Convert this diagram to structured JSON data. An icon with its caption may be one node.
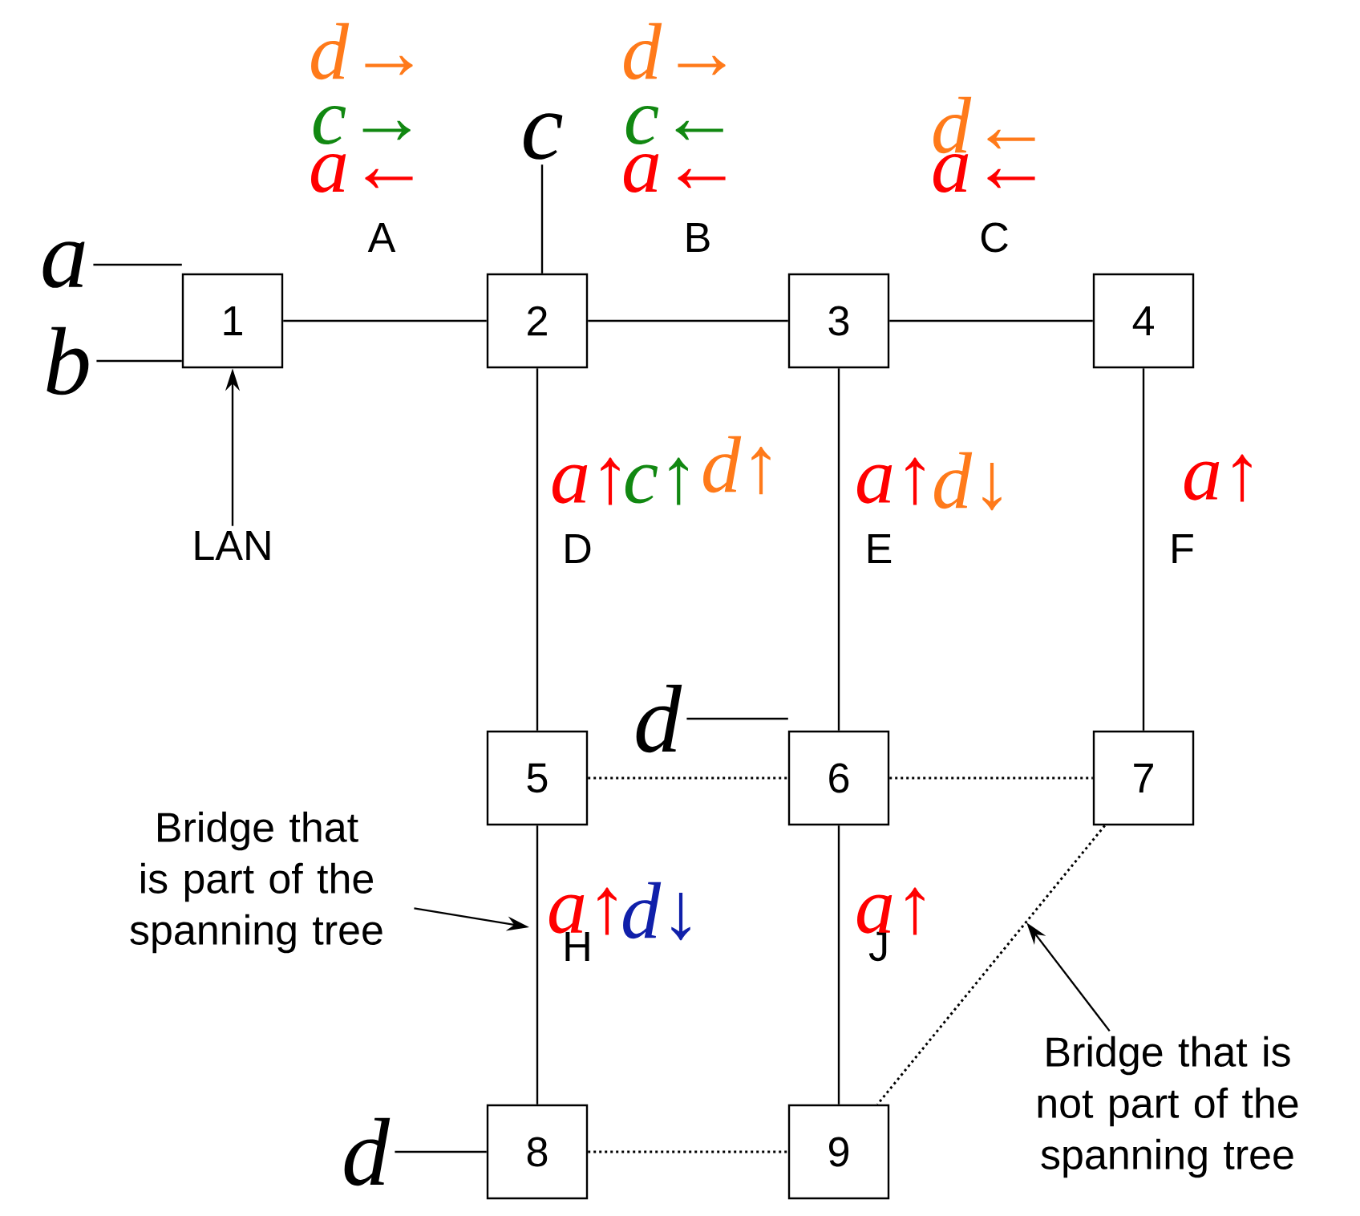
{
  "diagram": {
    "nodes": [
      {
        "text": [
          "1"
        ]
      },
      {
        "text": [
          "2"
        ]
      },
      {
        "text": [
          "3"
        ]
      },
      {
        "text": [
          "4"
        ]
      },
      {
        "text": [
          "5"
        ]
      },
      {
        "text": [
          "6"
        ]
      },
      {
        "text": [
          "7"
        ]
      },
      {
        "text": [
          "8"
        ]
      },
      {
        "text": [
          "9"
        ]
      },
      {
        "text": [
          "a"
        ]
      },
      {
        "text": [
          "b"
        ]
      },
      {
        "text": [
          "c"
        ]
      },
      {
        "text": [
          "d"
        ]
      },
      {
        "text": [
          "d"
        ]
      },
      {
        "text": [
          "LAN"
        ]
      },
      {
        "text": [
          "Bridge that is part of the spanning tree"
        ]
      },
      {
        "text": [
          "Bridge that is not part of the spanning tree"
        ]
      }
    ],
    "edges": [
      {
        "from": 0,
        "to": 1,
        "arrow": "none",
        "label": "A"
      },
      {
        "from": 1,
        "to": 2,
        "arrow": "none",
        "label": "B"
      },
      {
        "from": 2,
        "to": 3,
        "arrow": "none",
        "label": "C"
      },
      {
        "from": 1,
        "to": 4,
        "arrow": "none",
        "label": "D"
      },
      {
        "from": 2,
        "to": 5,
        "arrow": "none",
        "label": "E"
      },
      {
        "from": 3,
        "to": 6,
        "arrow": "none",
        "label": "F"
      },
      {
        "from": 4,
        "to": 7,
        "arrow": "none",
        "label": "H"
      },
      {
        "from": 5,
        "to": 8,
        "arrow": "none",
        "label": "J"
      },
      {
        "from": 4,
        "to": 5,
        "arrow": "none",
        "style": "dashed"
      },
      {
        "from": 5,
        "to": 6,
        "arrow": "none",
        "style": "dashed"
      },
      {
        "from": 6,
        "to": 8,
        "arrow": "none",
        "style": "dashed"
      },
      {
        "from": 7,
        "to": 8,
        "arrow": "none",
        "style": "dashed"
      },
      {
        "from": 9,
        "to": 0,
        "arrow": "none"
      },
      {
        "from": 10,
        "to": 0,
        "arrow": "none"
      },
      {
        "from": 11,
        "to": 1,
        "arrow": "none"
      },
      {
        "from": 12,
        "to": 5,
        "arrow": "none"
      },
      {
        "from": 13,
        "to": 7,
        "arrow": "none"
      },
      {
        "from": 14,
        "to": 0,
        "arrow": "to"
      },
      {
        "from": 15,
        "to": null,
        "arrow": "to"
      },
      {
        "from": 16,
        "to": null,
        "arrow": "to"
      }
    ],
    "labels": [
      "d→",
      "d→",
      "c→",
      "c←",
      "d←",
      "a←",
      "a←",
      "a←",
      "a↑",
      "c↑",
      "d↑",
      "a↑",
      "d↓",
      "a↑",
      "a↑",
      "d↓",
      "a↑"
    ]
  }
}
